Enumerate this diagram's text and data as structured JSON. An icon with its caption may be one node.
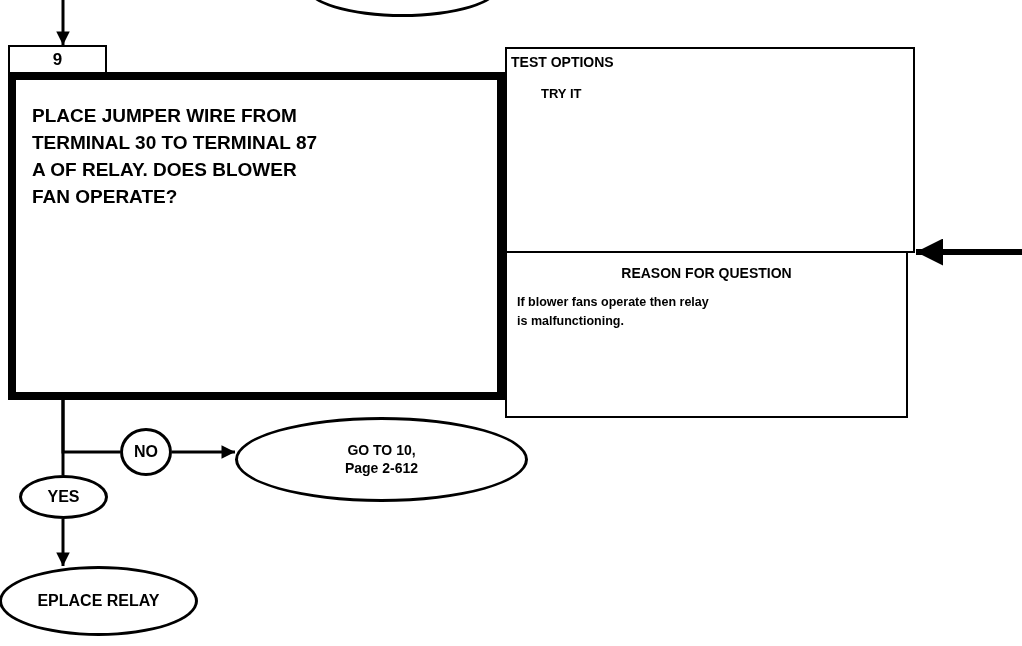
{
  "diagram": {
    "nodes": [
      {
        "text": [],
        "shape": "ellipse"
      },
      {
        "text": [
          "9"
        ]
      },
      {
        "text": [
          "PLACE JUMPER WIRE FROM TERMINAL 30 TO TERMINAL 87 A OF RELAY. DOES BLOWER FAN OPERATE?"
        ]
      },
      {
        "text": [
          "TEST OPTIONS",
          "TRY IT"
        ]
      },
      {
        "text": [
          "REASON FOR QUESTION",
          "If blower fans operate then relay is malfunctioning."
        ]
      },
      {
        "text": [
          "NO"
        ]
      },
      {
        "text": [
          "GO TO 10, Page 2-612"
        ]
      },
      {
        "text": [
          "YES"
        ]
      },
      {
        "text": [
          "EPLACE RELAY"
        ]
      }
    ],
    "edges": [
      {
        "from": null,
        "to": 1,
        "arrow": "to"
      },
      {
        "from": null,
        "to": 3,
        "arrow": "to",
        "style": "thick"
      },
      {
        "from": 2,
        "to": 5,
        "arrow": "none"
      },
      {
        "from": 5,
        "to": 6,
        "arrow": "to"
      },
      {
        "from": 2,
        "to": 7,
        "arrow": "none"
      },
      {
        "from": 7,
        "to": 8,
        "arrow": "to"
      }
    ]
  }
}
